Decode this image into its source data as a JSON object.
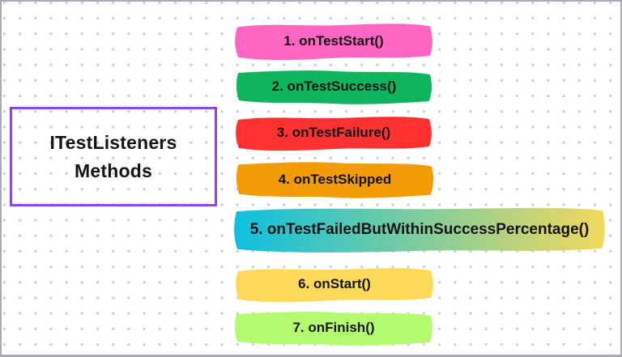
{
  "page": {
    "background": "#ffffff",
    "dot_color": "#ccd1de",
    "frame_border_color": "#a7abb3"
  },
  "title_box": {
    "line1": "ITestListeners",
    "line2": "Methods",
    "border_color": "#8c46f0",
    "text_color": "#141414"
  },
  "banners": [
    {
      "label": "1. onTestStart()",
      "color": "#ff66c4"
    },
    {
      "label": "2. onTestSuccess()",
      "color": "#0fb55c"
    },
    {
      "label": "3. onTestFailure()",
      "color": "#ff3131"
    },
    {
      "label": "4. onTestSkipped",
      "color": "#f39b04"
    },
    {
      "label": "5. onTestFailedButWithinSuccessPercentage()",
      "color_start": "#0cc0df",
      "color_end": "#f2d95c"
    },
    {
      "label": "6. onStart()",
      "color": "#ffd95a"
    },
    {
      "label": "7. onFinish()",
      "color": "#b4fb70"
    }
  ]
}
